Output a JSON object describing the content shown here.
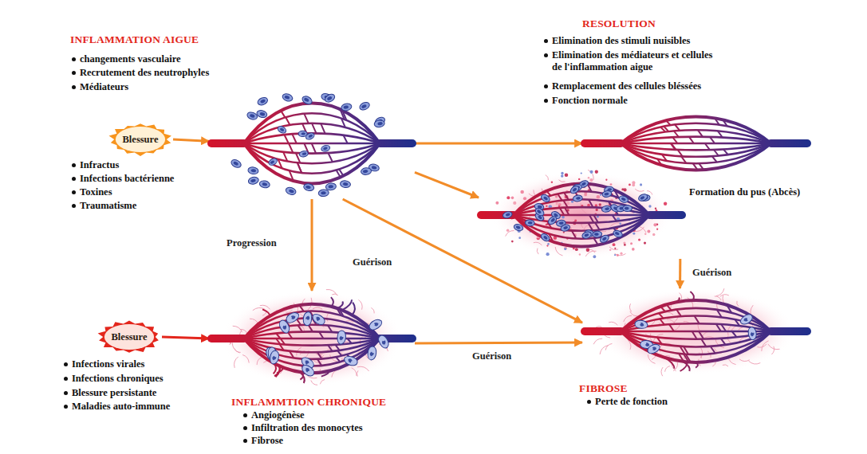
{
  "diagram": {
    "nodes": [
      {
        "text": [
          "INFLAMMATION AIGUE",
          "changements vasculaire",
          "Recrutement des neutrophyles",
          "Médiateurs"
        ]
      },
      {
        "text": [
          "RESOLUTION",
          "Elimination des stimuli nuisibles",
          "Elimination des médiateurs et cellules de l'inflammation aigue",
          "Remplacement des cellules bléssées",
          "Fonction normale"
        ]
      },
      {
        "text": [
          "Blessure",
          "Infractus",
          "Infections bactérienne",
          "Toxines",
          "Traumatisme"
        ]
      },
      {
        "text": [
          "Formation du pus (Abcès)"
        ]
      },
      {
        "text": [
          "Blessure",
          "Infections virales",
          "Infections chroniques",
          "Blessure persistante",
          "Maladies auto-immune"
        ]
      },
      {
        "text": [
          "INFLAMMTION CHRONIQUE",
          "Angiogénèse",
          "Infiltration des monocytes",
          "Fibrose"
        ]
      },
      {
        "text": [
          "FIBROSE",
          "Perte de fonction"
        ]
      }
    ],
    "edges": [
      {
        "from": 2,
        "to": 0,
        "arrow": "to"
      },
      {
        "from": 0,
        "to": 1,
        "arrow": "to"
      },
      {
        "from": 0,
        "to": 3,
        "arrow": "to"
      },
      {
        "from": 0,
        "to": 5,
        "arrow": "to",
        "label": "Progression"
      },
      {
        "from": 0,
        "to": 6,
        "arrow": "to",
        "label": "Guérison"
      },
      {
        "from": 3,
        "to": 6,
        "arrow": "to",
        "label": "Guérison"
      },
      {
        "from": 4,
        "to": 5,
        "arrow": "to"
      },
      {
        "from": 5,
        "to": 6,
        "arrow": "to",
        "label": "Guérison"
      }
    ]
  }
}
